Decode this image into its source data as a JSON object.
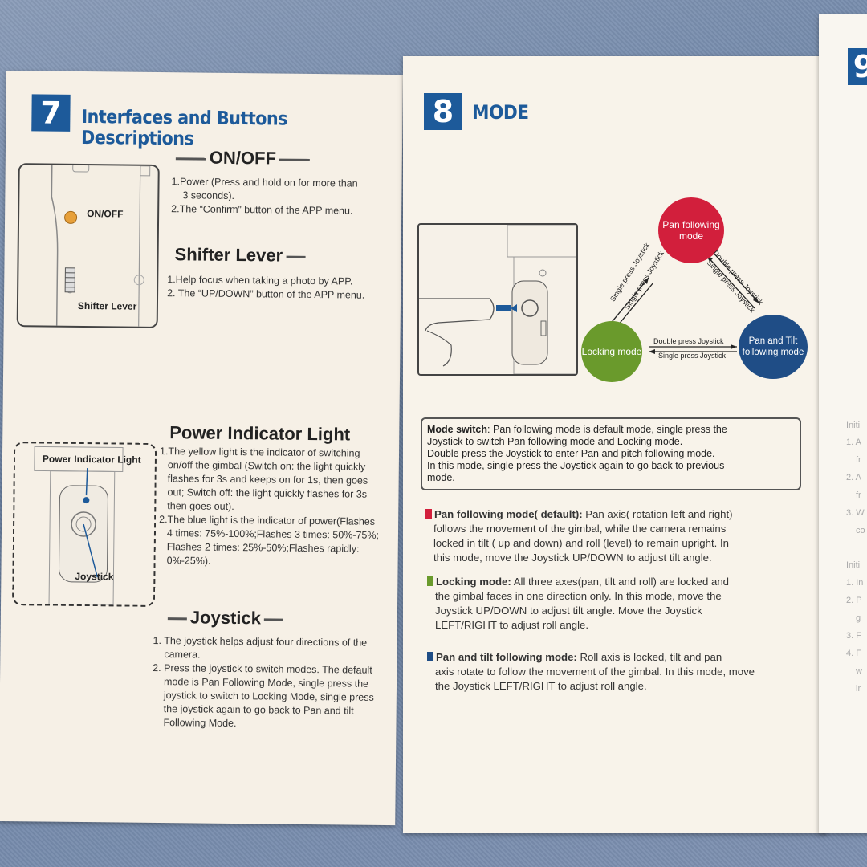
{
  "section7": {
    "number": "7",
    "title": "Interfaces and Buttons Descriptions",
    "onoff": {
      "heading": "ON/OFF",
      "items": [
        "1.Power (Press and hold on for more than",
        "3 seconds).",
        "2.The “Confirm” button of the APP menu."
      ],
      "label": "ON/OFF"
    },
    "shifter": {
      "heading": "Shifter Lever",
      "items": [
        "1.Help focus when taking a photo by APP.",
        "2. The “UP/DOWN” button of the APP menu."
      ],
      "label": "Shifter Lever"
    },
    "power": {
      "heading": "Power Indicator Light",
      "items": [
        "1.The yellow light is the indicator of switching",
        "on/off the gimbal (Switch on: the light quickly",
        "flashes for 3s and keeps on for 1s, then goes",
        "out; Switch off: the light quickly flashes for 3s",
        "then goes out).",
        "2.The blue light is the indicator of power(Flashes",
        "4 times: 75%-100%;Flashes 3 times: 50%-75%;",
        "Flashes 2 times: 25%-50%;Flashes rapidly:",
        "0%-25%)."
      ],
      "label": "Power Indicator Light",
      "joystick_label": "Joystick"
    },
    "joystick": {
      "heading": "Joystick",
      "items": [
        "1. The joystick helps adjust four directions of the",
        "camera.",
        "2. Press the joystick to switch modes. The default",
        "mode is Pan Following Mode, single press the",
        "joystick to switch to Locking Mode, single press",
        "the joystick again to go back to Pan and tilt",
        "Following Mode."
      ]
    }
  },
  "section8": {
    "number": "8",
    "title": "MODE",
    "circles": {
      "pan_following": "Pan following mode",
      "locking": "Locking mode",
      "pan_tilt": "Pan and Tilt following mode"
    },
    "arrows": {
      "left_a": "Single press Joystick",
      "left_b": "Single press Joystick",
      "right_a": "Double press Joystick",
      "right_b": "Single press Joystick",
      "bottom_a": "Double press Joystick",
      "bottom_b": "Single press Joystick"
    },
    "mode_switch": {
      "label": "Mode switch",
      "lines": [
        "Pan following mode  is default mode, single press the",
        "Joystick to switch Pan following mode and Locking mode.",
        "Double press the  Joystick  to enter Pan and pitch following  mode.",
        "In this mode,  single press the  Joystick again to go back to previous",
        "mode."
      ]
    },
    "pan_following": {
      "label": "Pan following mode( default):",
      "lines": [
        "Pan axis( rotation left and right)",
        "follows the movement of the gimbal, while the camera remains",
        "locked in   tilt  ( up and down) and roll (level) to remain upright. In",
        "this mode, move the Joystick UP/DOWN to adjust   tilt  angle."
      ]
    },
    "locking": {
      "label": "Locking mode:",
      "lines": [
        "All three axes(pan,  tilt   and roll) are locked and",
        "the gimbal faces in one direction only. In this mode,  move the",
        "Joystick UP/DOWN to adjust  tilt  angle.  Move the Joystick",
        "LEFT/RIGHT to adjust roll angle."
      ]
    },
    "pan_tilt": {
      "label": "Pan and  tilt  following mode:",
      "lines": [
        "Roll axis is  locked,  tilt   and pan",
        "axis rotate to follow the movement of the gimbal. In this mode, move",
        "the Joystick LEFT/RIGHT to adjust roll angle."
      ]
    },
    "colors": {
      "red": "#d21f3c",
      "green": "#6a9a2c",
      "blue": "#1f4d86"
    }
  },
  "section9": {
    "number": "9",
    "edge_lines": [
      "Initi",
      "1. A",
      "fr",
      "2. A",
      "fr",
      "3. W",
      "co",
      "Initi",
      "1. In",
      "2. P",
      "g",
      "3. F",
      "4. F",
      "w",
      "ir"
    ]
  }
}
